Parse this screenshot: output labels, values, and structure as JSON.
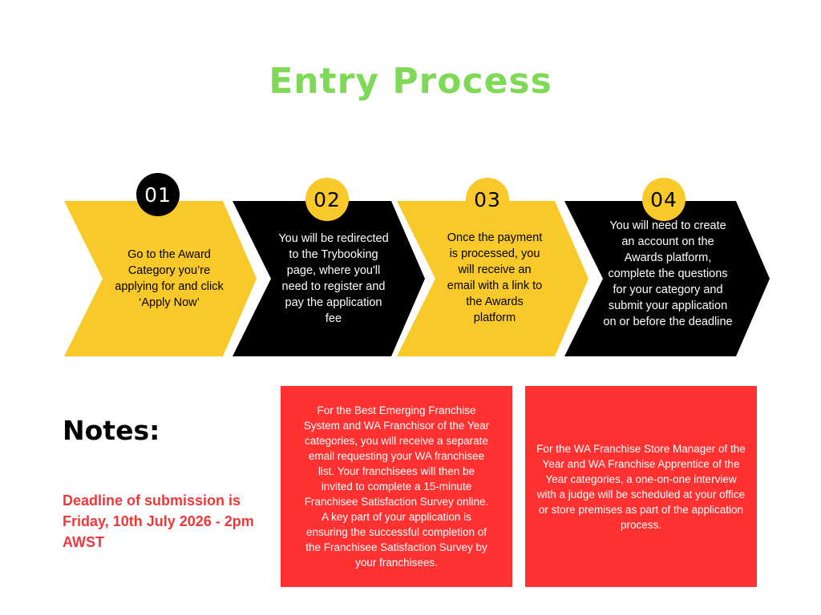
{
  "title": "Entry Process",
  "steps": [
    {
      "number": "01",
      "text": "Go to the Award Category you’re applying for and click ‘Apply Now’"
    },
    {
      "number": "02",
      "text": "You will be redirected to the Trybooking page, where you'll need to register and pay the application fee"
    },
    {
      "number": "03",
      "text": "Once the payment is processed, you will receive an email with a link to the Awards platform"
    },
    {
      "number": "04",
      "text": "You will need to create an account on the Awards platform, complete the questions for your category and submit your application on or before the deadline"
    }
  ],
  "notes": {
    "heading": "Notes:",
    "deadline": "Deadline of submission is Friday, 10th July 2026 - 2pm AWST",
    "boxes": [
      "For the Best Emerging Franchise System and WA Franchisor of the Year categories, you will receive a separate email requesting your WA franchisee list. Your franchisees will then be invited to complete a 15-minute Franchisee Satisfaction Survey online. A key part of your application is ensuring the successful completion of the Franchisee Satisfaction Survey by your franchisees.",
      "For the WA Franchise Store Manager of the Year and WA Franchise Apprentice of the Year categories, a one-on-one interview with a judge will be scheduled at your office or store premises as part of the application process."
    ]
  },
  "colors": {
    "title": "#7ed957",
    "gold": "#f9c929",
    "dark": "#000000",
    "deadline": "#f0373a",
    "note_box": "#ff3131"
  }
}
